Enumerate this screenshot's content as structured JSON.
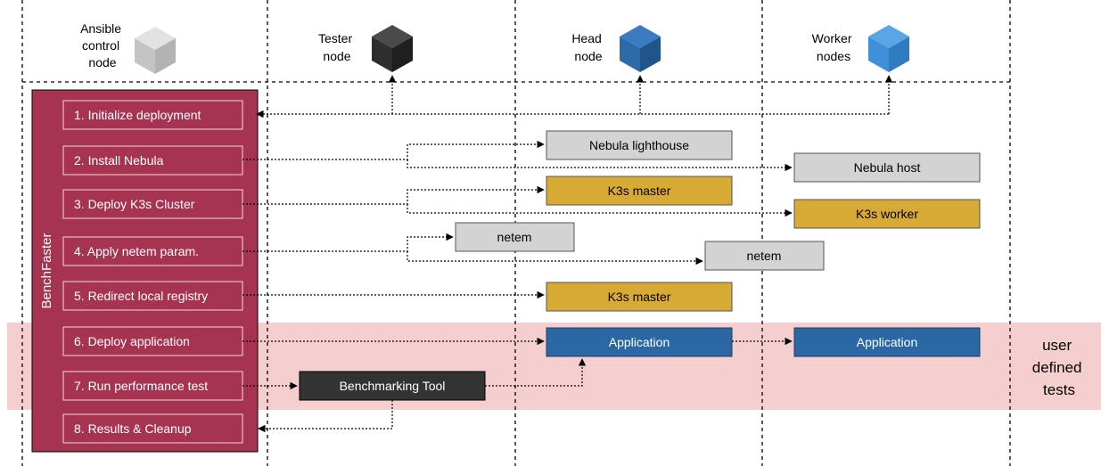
{
  "colors": {
    "benchfaster": "#a63350",
    "benchfaster_step_border": "#f3d6dc",
    "grey_box": "#d3d3d3",
    "gold_box": "#d7a935",
    "blue_box": "#2b67a5",
    "dark_box": "#333333",
    "highlight_band": "#f5cfcf",
    "cube_light": "#c9c9c9",
    "cube_dark": "#2e2e2e",
    "cube_head": "#2c6aa8",
    "cube_worker": "#3e91d8"
  },
  "lanes": [
    {
      "id": "ansible",
      "label_lines": [
        "Ansible",
        "control",
        "node"
      ],
      "icon": "cube-icon-light-grey"
    },
    {
      "id": "tester",
      "label_lines": [
        "Tester",
        "node"
      ],
      "icon": "cube-icon-dark"
    },
    {
      "id": "head",
      "label_lines": [
        "Head",
        "node"
      ],
      "icon": "cube-icon-blue"
    },
    {
      "id": "worker",
      "label_lines": [
        "Worker",
        "nodes"
      ],
      "icon": "cube-icon-light-blue"
    }
  ],
  "benchfaster": {
    "title": "BenchFaster",
    "steps": [
      "1. Initialize deployment",
      "2. Install Nebula",
      "3. Deploy K3s Cluster",
      "4. Apply netem param.",
      "5. Redirect local registry",
      "6. Deploy application",
      "7. Run performance test",
      "8. Results & Cleanup"
    ]
  },
  "targets": {
    "nebula_lighthouse": "Nebula lighthouse",
    "nebula_host": "Nebula host",
    "k3s_master": "K3s master",
    "k3s_worker": "K3s worker",
    "netem": "netem",
    "k3s_master_registry": "K3s master",
    "application": "Application",
    "benchmarking_tool": "Benchmarking Tool"
  },
  "user_defined_tests": [
    "user",
    "defined",
    "tests"
  ]
}
